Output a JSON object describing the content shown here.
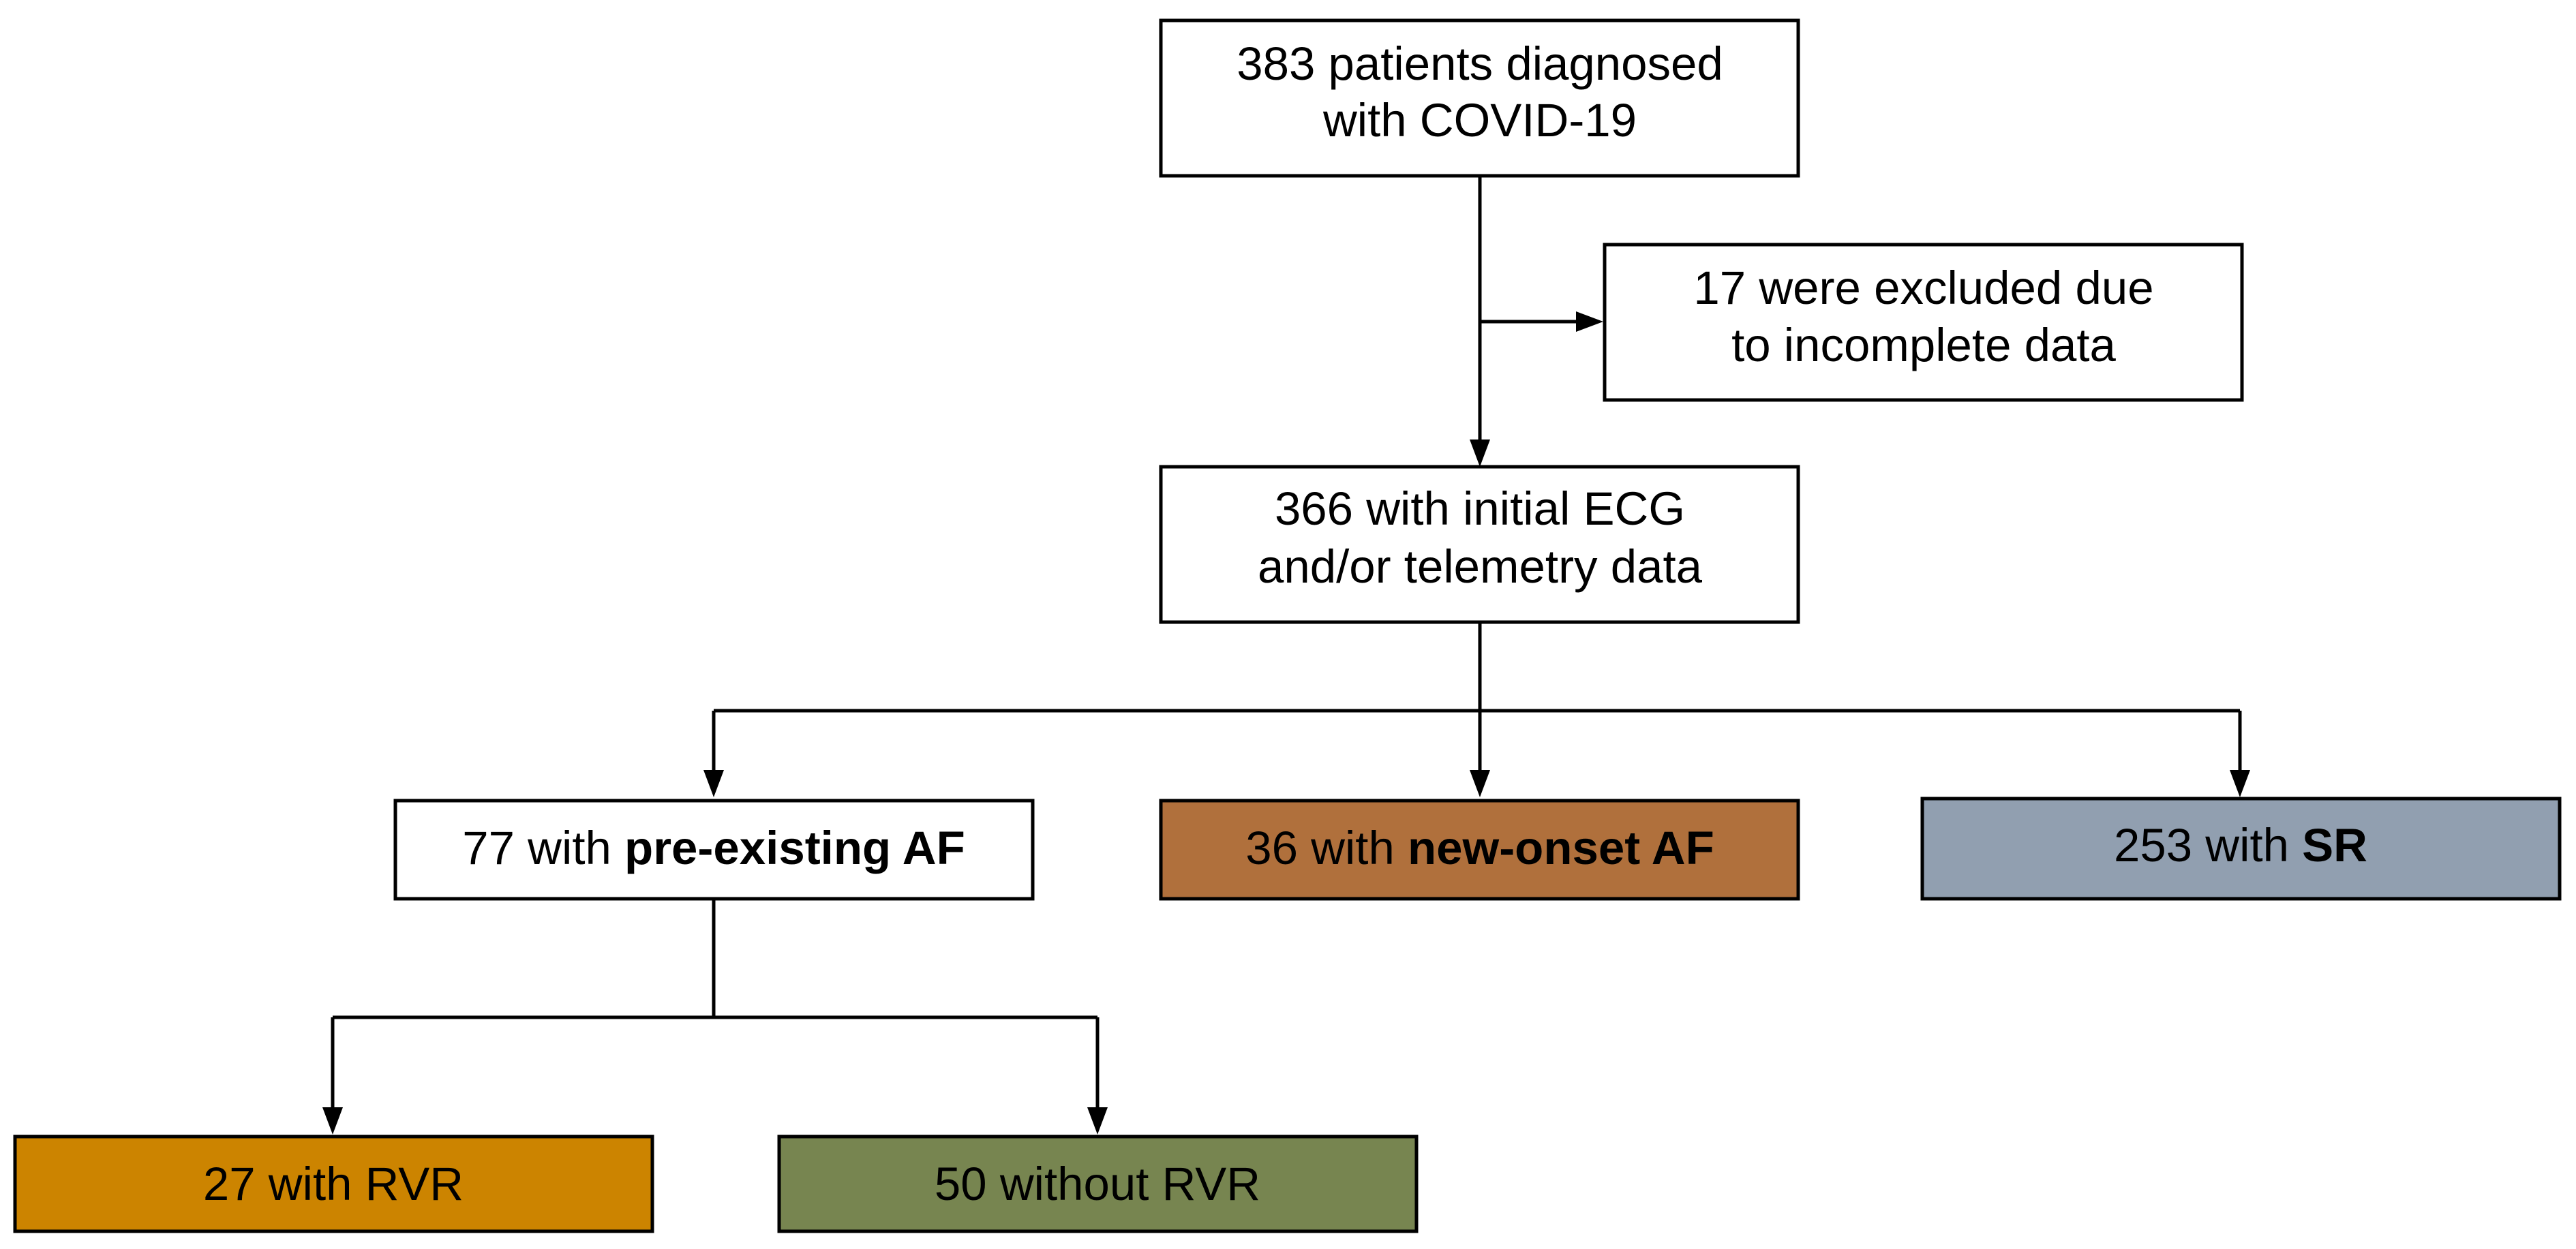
{
  "nodes": {
    "screened": {
      "lines": [
        "383 patients diagnosed",
        "with COVID-19"
      ],
      "fill": "#ffffff"
    },
    "excluded": {
      "lines": [
        "17 were excluded due",
        "to incomplete data"
      ],
      "fill": "#ffffff"
    },
    "included": {
      "lines": [
        "366 with initial ECG",
        "and/or telemetry data"
      ],
      "fill": "#ffffff"
    },
    "preexisting_af": {
      "prefix": "77 with ",
      "bold": "pre-existing AF",
      "fill": "#ffffff"
    },
    "new_onset_af": {
      "prefix": "36 with ",
      "bold": "new-onset AF",
      "fill": "#b0703c"
    },
    "sr": {
      "prefix": "253 with ",
      "bold": "SR",
      "fill": "#919fb0"
    },
    "with_rvr": {
      "lines": [
        "27 with RVR"
      ],
      "fill": "#cc8400"
    },
    "without_rvr": {
      "lines": [
        "50 without RVR"
      ],
      "fill": "#778550"
    }
  }
}
